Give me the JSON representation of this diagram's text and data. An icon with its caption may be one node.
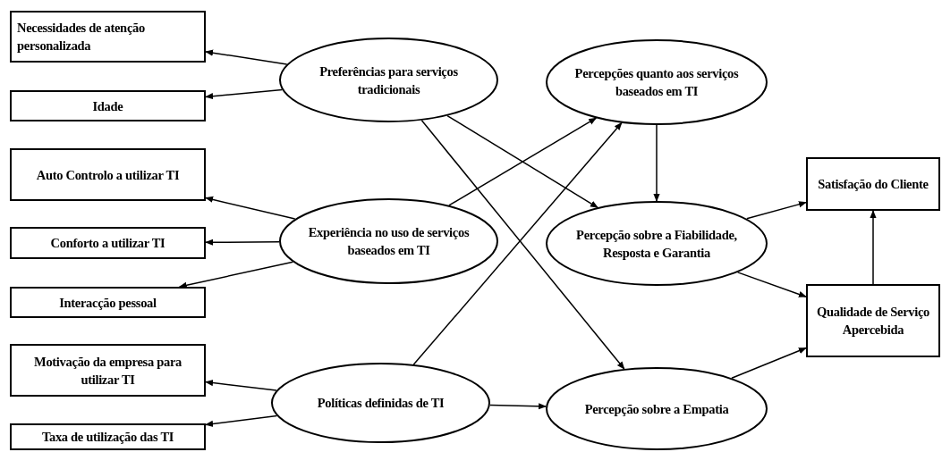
{
  "diagram": {
    "nodes": [
      {
        "text": [
          "Necessidades de atenção personalizada"
        ]
      },
      {
        "text": [
          "Idade"
        ]
      },
      {
        "text": [
          "Auto Controlo a utilizar TI"
        ]
      },
      {
        "text": [
          "Conforto a utilizar TI"
        ]
      },
      {
        "text": [
          "Interacção pessoal"
        ]
      },
      {
        "text": [
          "Motivação da empresa para utilizar TI"
        ]
      },
      {
        "text": [
          "Taxa de utilização das TI"
        ]
      },
      {
        "text": [
          "Preferências para serviços tradicionais"
        ]
      },
      {
        "text": [
          "Experiência no uso de serviços baseados em TI"
        ]
      },
      {
        "text": [
          "Políticas definidas de TI"
        ]
      },
      {
        "text": [
          "Percepções quanto aos serviços baseados em TI"
        ]
      },
      {
        "text": [
          "Percepção sobre a Fiabilidade, Resposta e Garantia"
        ]
      },
      {
        "text": [
          "Percepção sobre a Empatia"
        ]
      },
      {
        "text": [
          "Satisfação do Cliente"
        ]
      },
      {
        "text": [
          "Qualidade de Serviço Apercebida"
        ]
      }
    ],
    "edges": [
      {
        "from": 7,
        "to": 0,
        "arrow": "to"
      },
      {
        "from": 7,
        "to": 1,
        "arrow": "to"
      },
      {
        "from": 7,
        "to": 11,
        "arrow": "to"
      },
      {
        "from": 7,
        "to": 12,
        "arrow": "to"
      },
      {
        "from": 8,
        "to": 2,
        "arrow": "to"
      },
      {
        "from": 8,
        "to": 3,
        "arrow": "to"
      },
      {
        "from": 8,
        "to": 4,
        "arrow": "to"
      },
      {
        "from": 8,
        "to": 10,
        "arrow": "to"
      },
      {
        "from": 9,
        "to": 5,
        "arrow": "to"
      },
      {
        "from": 9,
        "to": 6,
        "arrow": "to"
      },
      {
        "from": 9,
        "to": 10,
        "arrow": "to"
      },
      {
        "from": 9,
        "to": 12,
        "arrow": "to"
      },
      {
        "from": 10,
        "to": 11,
        "arrow": "to"
      },
      {
        "from": 11,
        "to": 13,
        "arrow": "to"
      },
      {
        "from": 11,
        "to": 14,
        "arrow": "to"
      },
      {
        "from": 12,
        "to": 14,
        "arrow": "to"
      },
      {
        "from": 14,
        "to": 13,
        "arrow": "to"
      }
    ]
  }
}
